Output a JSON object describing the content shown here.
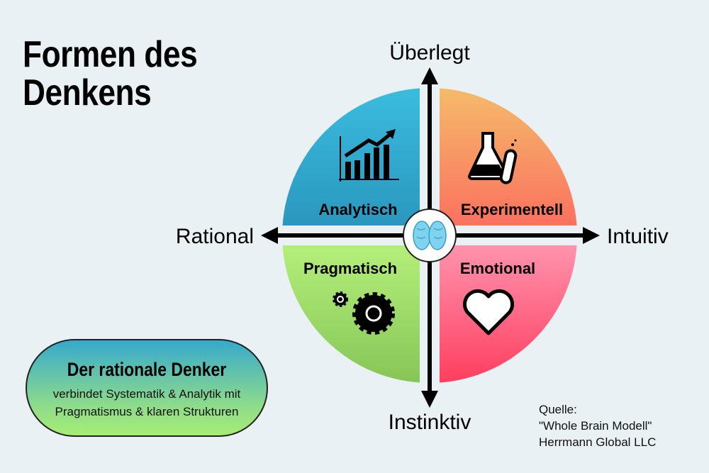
{
  "title": {
    "line1": "Formen des",
    "line2": "Denkens"
  },
  "axes": {
    "top": "Überlegt",
    "bottom": "Instinktiv",
    "left": "Rational",
    "right": "Intuitiv"
  },
  "quadrants": [
    {
      "label": "Analytisch",
      "icon": "bar-chart-icon",
      "color_top": "#3bbde0",
      "color_bottom": "#2a97be"
    },
    {
      "label": "Experimentell",
      "icon": "lab-flask-icon",
      "color_top": "#f4bd6a",
      "color_bottom": "#fb715f"
    },
    {
      "label": "Pragmatisch",
      "icon": "gears-icon",
      "color_top": "#b4ef7a",
      "color_bottom": "#84c456"
    },
    {
      "label": "Emotional",
      "icon": "heart-icon",
      "color_top": "#ff93ad",
      "color_bottom": "#ff3b5c"
    }
  ],
  "center_icon": "brain-icon",
  "summary": {
    "heading": "Der rationale Denker",
    "line1": "verbindet Systematik & Analytik mit",
    "line2": "Pragmatismus & klaren Strukturen"
  },
  "source": {
    "line1": "Quelle:",
    "line2": "\"Whole Brain Modell\"",
    "line3": "Herrmann Global LLC"
  }
}
